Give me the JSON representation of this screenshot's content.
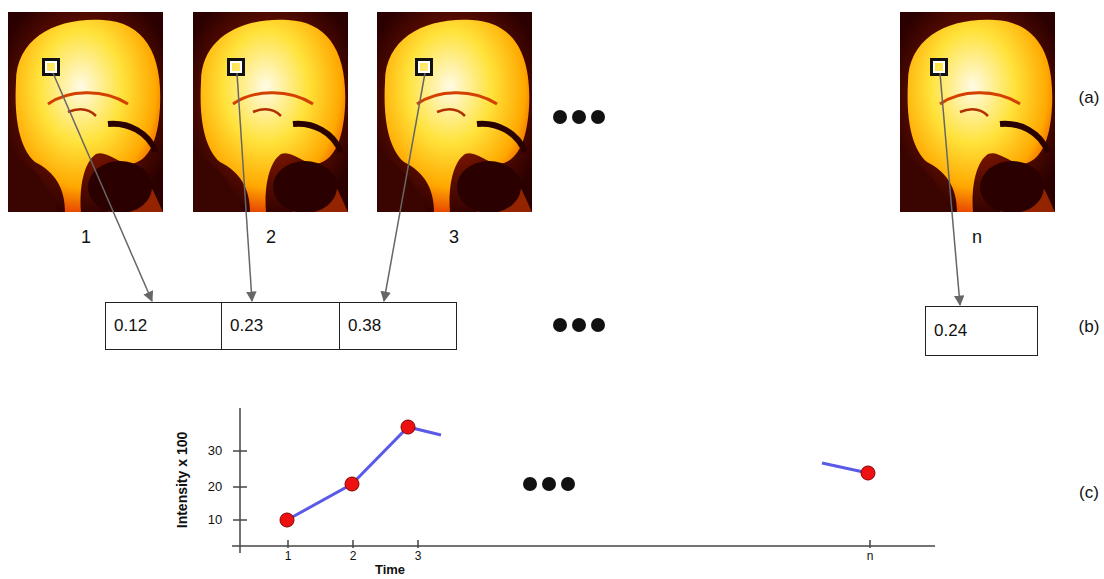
{
  "diagram": {
    "nodes": [
      {
        "text": [
          "0.12"
        ]
      },
      {
        "text": [
          "0.23"
        ]
      },
      {
        "text": [
          "0.38"
        ]
      },
      {
        "text": [
          "0.24"
        ]
      }
    ],
    "labels": [
      "(a)",
      "1",
      "2",
      "3",
      "n",
      "(b)",
      "(c)",
      "30",
      "20",
      "10",
      "1",
      "2",
      "3",
      "n",
      "Intensity x 100",
      "Time"
    ]
  }
}
